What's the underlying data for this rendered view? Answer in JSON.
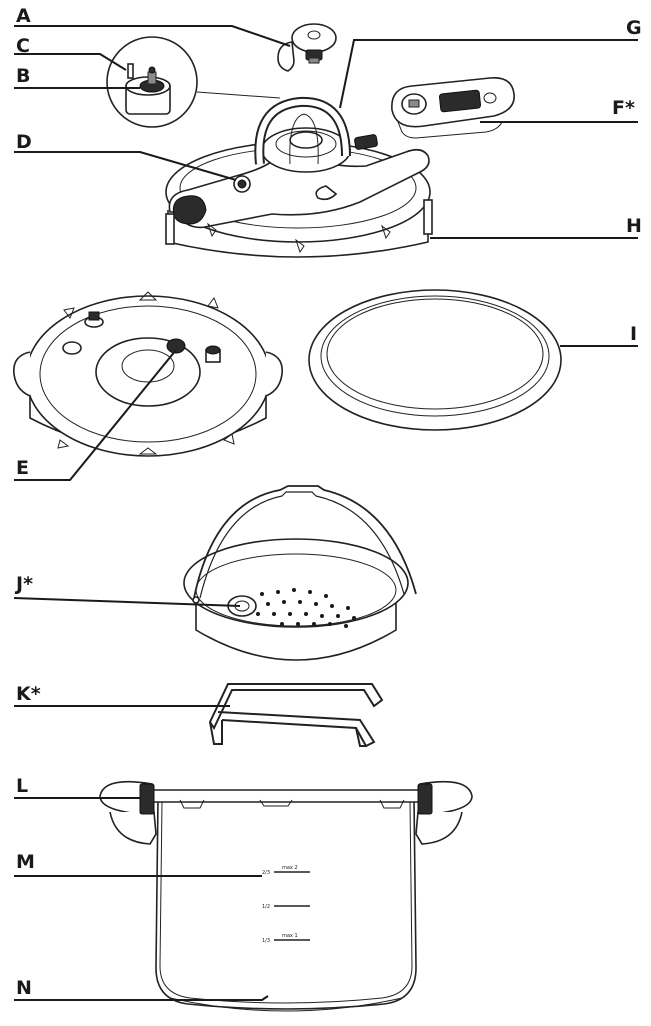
{
  "labels": {
    "A": "A",
    "B": "B",
    "C": "C",
    "D": "D",
    "E": "E",
    "F": "F*",
    "G": "G",
    "H": "H",
    "I": "I",
    "J": "J*",
    "K": "K*",
    "L": "L",
    "M": "M",
    "N": "N"
  },
  "markings": {
    "max2": "max 2",
    "max1": "max 1",
    "two_thirds": "2/3",
    "half": "1/2",
    "one_third": "1/3"
  },
  "colors": {
    "line": "#1a1a1a",
    "fill": "#ffffff",
    "dark": "#2b2b2b"
  }
}
